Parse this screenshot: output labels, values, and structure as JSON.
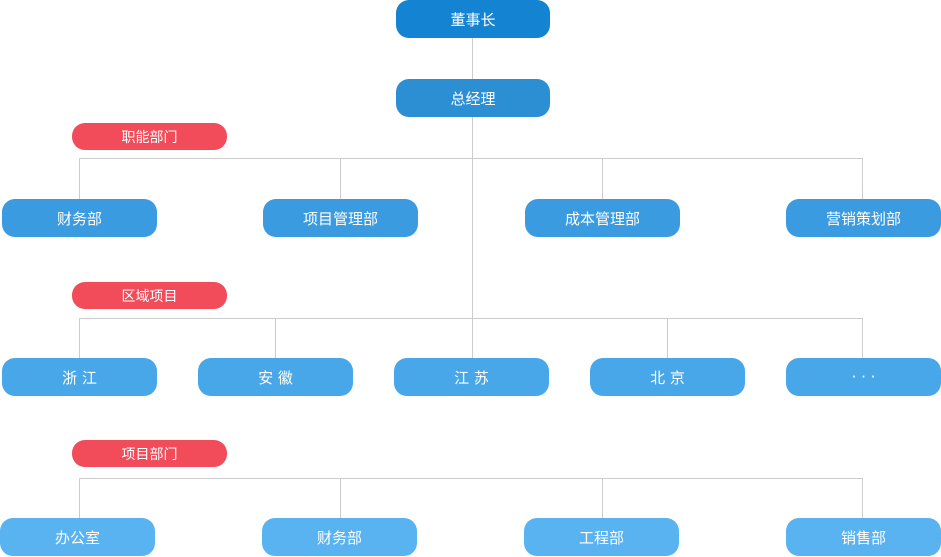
{
  "chairman": "董事长",
  "general_manager": "总经理",
  "groups": [
    {
      "label": "职能部门",
      "nodes": [
        "财务部",
        "项目管理部",
        "成本管理部",
        "营销策划部"
      ]
    },
    {
      "label": "区域项目",
      "nodes": [
        "浙 江",
        "安 徽",
        "江 苏",
        "北 京",
        "· · ·"
      ]
    },
    {
      "label": "项目部门",
      "nodes": [
        "办公室",
        "财务部",
        "工程部",
        "销售部"
      ]
    }
  ],
  "colors": {
    "chairman": "#1483d1",
    "general_manager": "#2c8fd4",
    "group_tag": "#f24b5a",
    "connector": "#cccccc"
  }
}
